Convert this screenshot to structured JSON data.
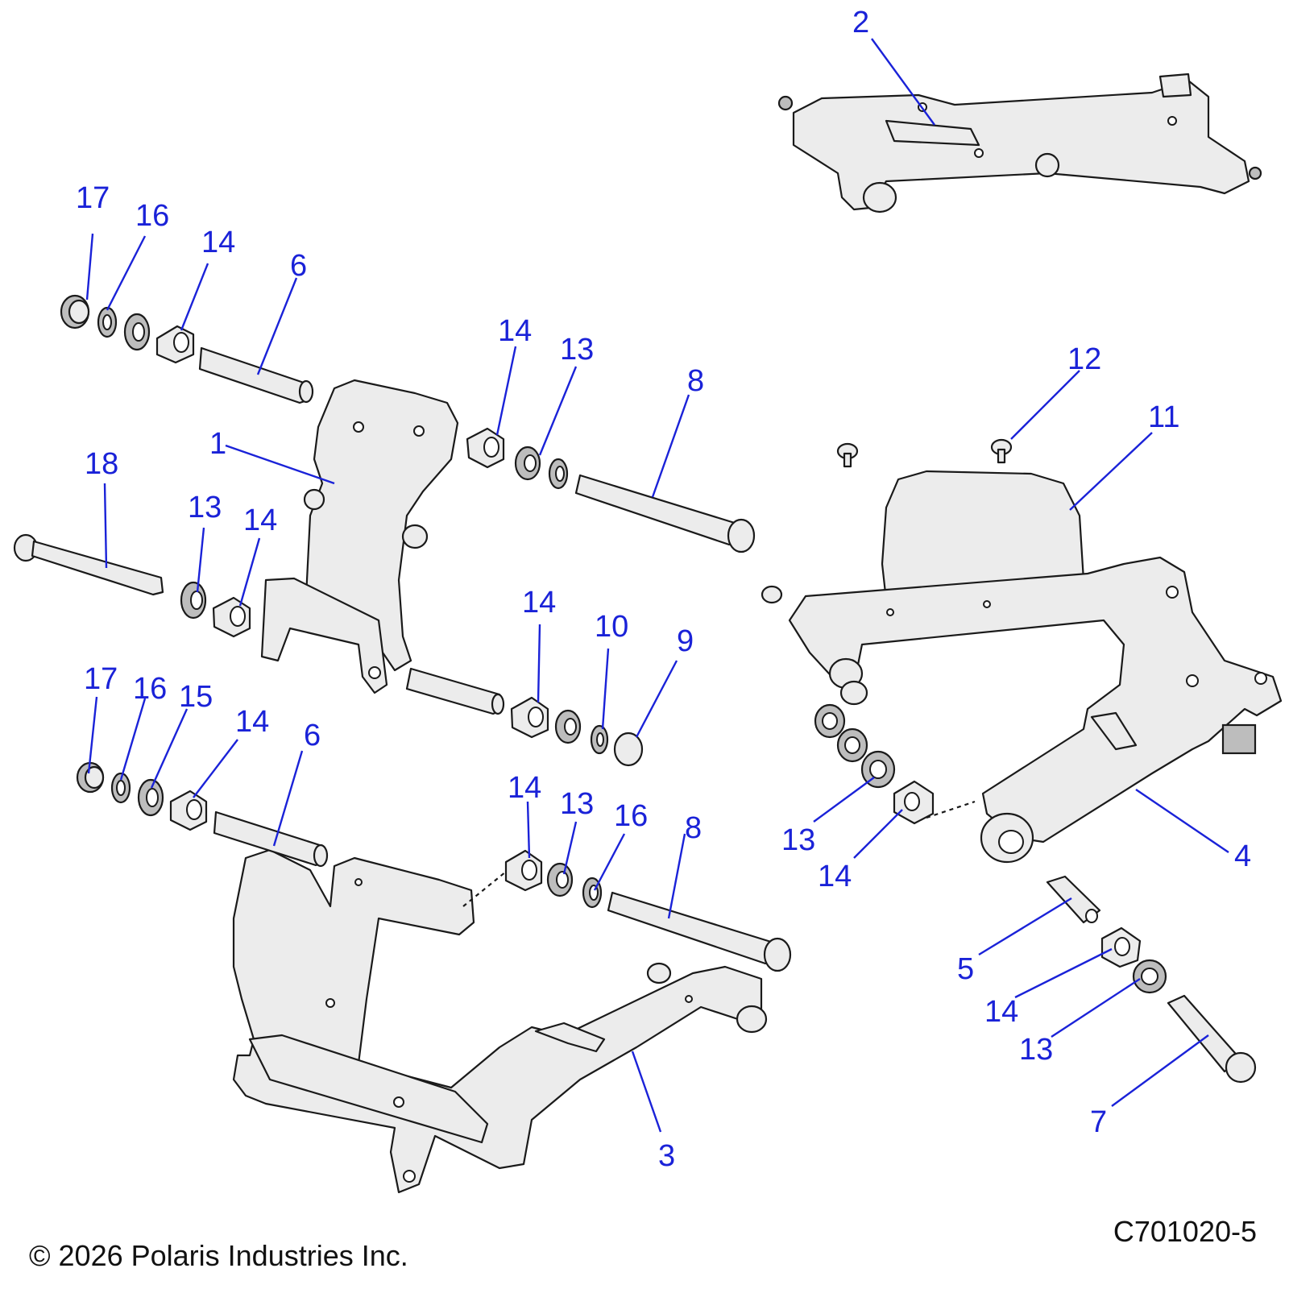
{
  "footer": {
    "copyright": "© 2026 Polaris Industries Inc.",
    "figure_id": "C701020-5"
  },
  "callouts": [
    {
      "id": "c-2",
      "text": "2"
    },
    {
      "id": "c-17a",
      "text": "17"
    },
    {
      "id": "c-16a",
      "text": "16"
    },
    {
      "id": "c-14a",
      "text": "14"
    },
    {
      "id": "c-6a",
      "text": "6"
    },
    {
      "id": "c-14b",
      "text": "14"
    },
    {
      "id": "c-13a",
      "text": "13"
    },
    {
      "id": "c-8a",
      "text": "8"
    },
    {
      "id": "c-12",
      "text": "12"
    },
    {
      "id": "c-11",
      "text": "11"
    },
    {
      "id": "c-1",
      "text": "1"
    },
    {
      "id": "c-18",
      "text": "18"
    },
    {
      "id": "c-13b",
      "text": "13"
    },
    {
      "id": "c-14c",
      "text": "14"
    },
    {
      "id": "c-14d",
      "text": "14"
    },
    {
      "id": "c-10",
      "text": "10"
    },
    {
      "id": "c-9",
      "text": "9"
    },
    {
      "id": "c-17b",
      "text": "17"
    },
    {
      "id": "c-16b",
      "text": "16"
    },
    {
      "id": "c-15",
      "text": "15"
    },
    {
      "id": "c-14e",
      "text": "14"
    },
    {
      "id": "c-6b",
      "text": "6"
    },
    {
      "id": "c-14f",
      "text": "14"
    },
    {
      "id": "c-13c",
      "text": "13"
    },
    {
      "id": "c-16c",
      "text": "16"
    },
    {
      "id": "c-8b",
      "text": "8"
    },
    {
      "id": "c-13d",
      "text": "13"
    },
    {
      "id": "c-14g",
      "text": "14"
    },
    {
      "id": "c-4",
      "text": "4"
    },
    {
      "id": "c-5",
      "text": "5"
    },
    {
      "id": "c-14h",
      "text": "14"
    },
    {
      "id": "c-13e",
      "text": "13"
    },
    {
      "id": "c-3",
      "text": "3"
    },
    {
      "id": "c-7",
      "text": "7"
    }
  ]
}
